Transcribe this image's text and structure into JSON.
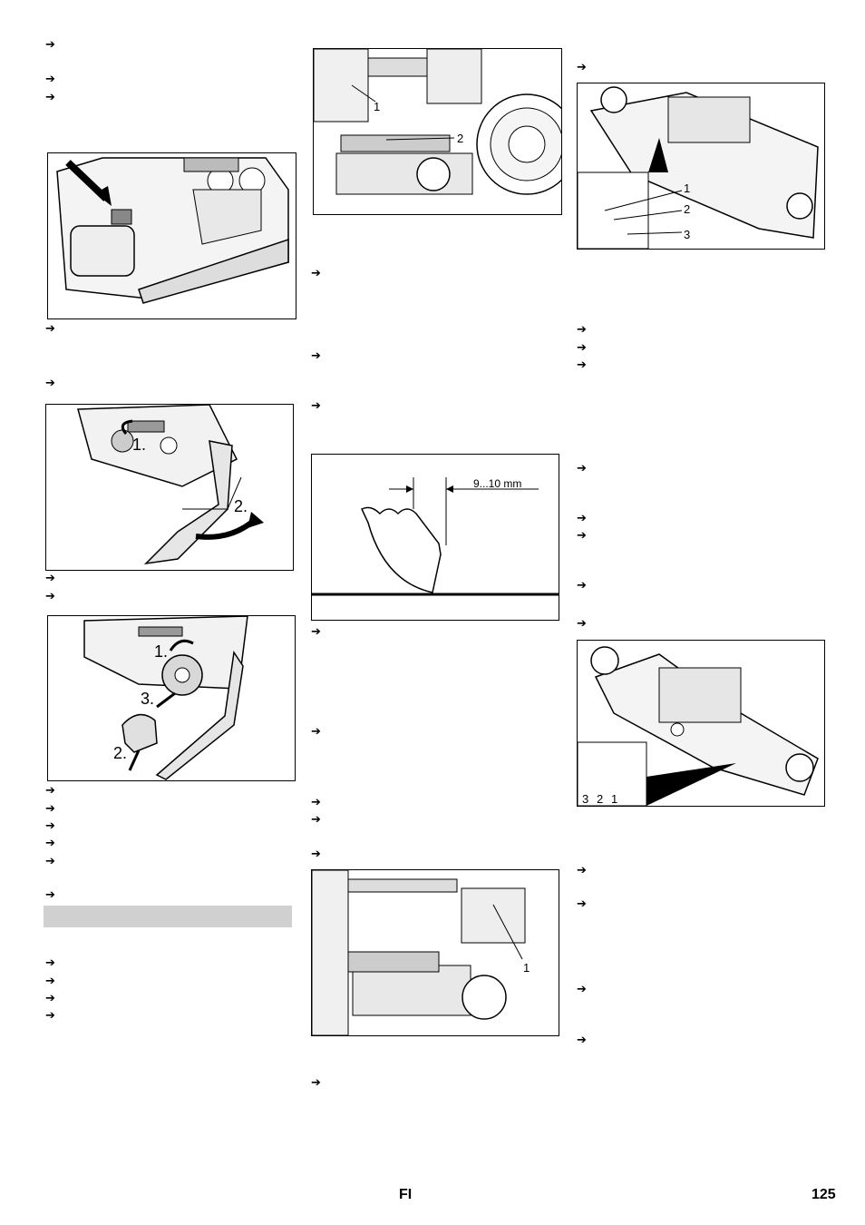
{
  "arrow_glyph": "➔",
  "figures": {
    "fig_c2_top": {
      "labels": [
        "1",
        "2"
      ]
    },
    "fig_c3_top": {
      "labels": [
        "1",
        "2",
        "3"
      ]
    },
    "fig_c1_b": {
      "steps": [
        "1.",
        "2."
      ]
    },
    "fig_c1_c": {
      "steps": [
        "1.",
        "3.",
        "2."
      ]
    },
    "fig_blade": {
      "dimension": "9...10 mm"
    },
    "fig_c2_bottom": {
      "labels": [
        "1"
      ]
    },
    "fig_c3_bottom": {
      "labels": [
        "3",
        "2",
        "1"
      ]
    }
  },
  "footer": {
    "language": "FI",
    "page_number": "125"
  }
}
